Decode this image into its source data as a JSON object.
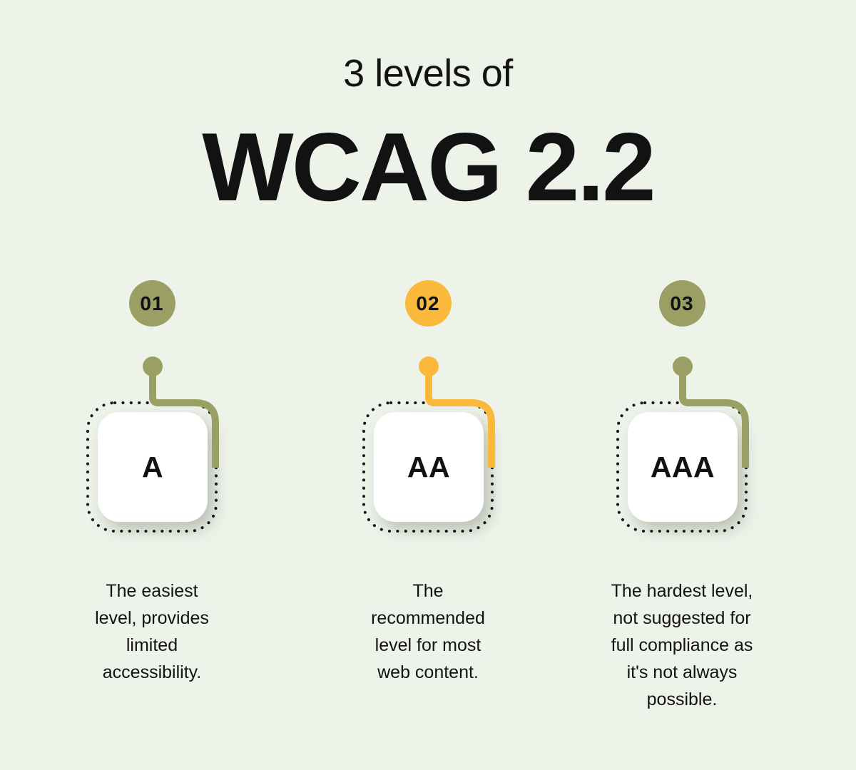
{
  "title": {
    "subtitle": "3 levels of",
    "main": "WCAG 2.2"
  },
  "colors": {
    "background": "#eef3ea",
    "olive": "#9aa064",
    "yellow": "#fbb93b",
    "text": "#121212",
    "card_background": "#ffffff",
    "dotted_border": "#161616"
  },
  "columns": [
    {
      "number": "01",
      "level": "A",
      "accent": "#9aa064",
      "description": "The easiest\nlevel, provides\nlimited\naccessibility."
    },
    {
      "number": "02",
      "level": "AA",
      "accent": "#fbb93b",
      "description": "The\nrecommended\nlevel for most\nweb content."
    },
    {
      "number": "03",
      "level": "AAA",
      "accent": "#9aa064",
      "description": "The hardest level,\nnot suggested for\nfull compliance as\nit's not always\npossible."
    }
  ]
}
